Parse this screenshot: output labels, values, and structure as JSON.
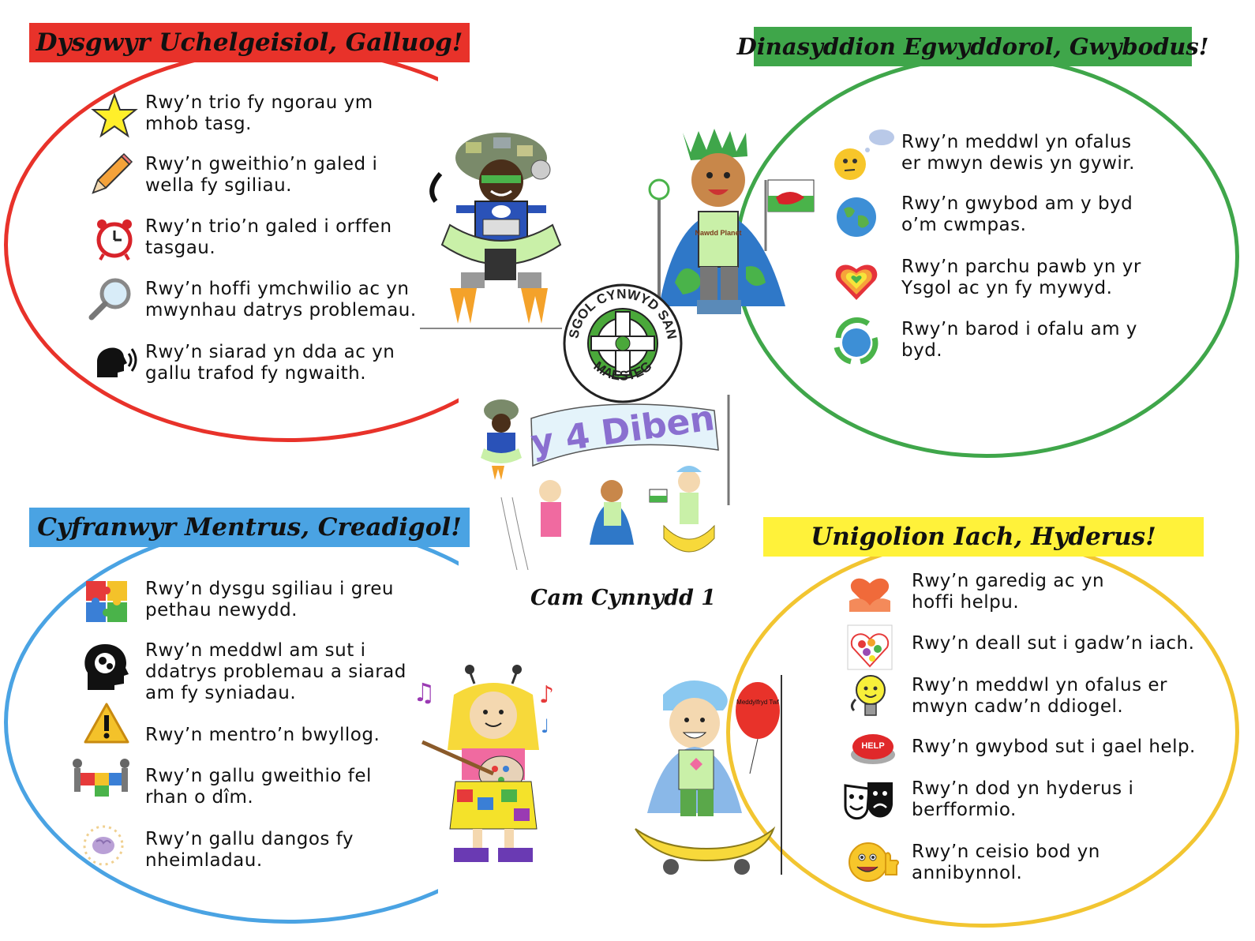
{
  "quadrants": {
    "top_left": {
      "title": "Dysgwyr Uchelgeisiol, Galluog!",
      "color": "#e8322a",
      "items": [
        {
          "icon": "star-icon",
          "text": "Rwy’n trio fy ngorau ym\nmhob tasg."
        },
        {
          "icon": "pencil-icon",
          "text": "Rwy’n gweithio’n galed i\nwella fy sgiliau."
        },
        {
          "icon": "alarm-clock-icon",
          "text": "Rwy’n trio’n galed i orffen\ntasgau."
        },
        {
          "icon": "magnifying-glass-icon",
          "text": "Rwy’n hoffi ymchwilio ac yn\nmwynhau datrys problemau."
        },
        {
          "icon": "speaking-head-icon",
          "text": "Rwy’n siarad yn dda ac yn\ngallu trafod fy ngwaith."
        }
      ]
    },
    "top_right": {
      "title": "Dinasyddion Egwyddorol, Gwybodus!",
      "color": "#3fa64a",
      "items": [
        {
          "icon": "thinking-face-icon",
          "text": "Rwy’n meddwl yn ofalus\ner mwyn dewis yn gywir."
        },
        {
          "icon": "globe-icon",
          "text": "Rwy’n gwybod am y byd\no’m cwmpas."
        },
        {
          "icon": "rainbow-heart-icon",
          "text": "Rwy’n parchu pawb yn yr\nYsgol ac yn fy mywyd."
        },
        {
          "icon": "recycle-globe-icon",
          "text": "Rwy’n barod i ofalu am y\nbyd."
        }
      ]
    },
    "bottom_left": {
      "title": "Cyfranwyr Mentrus, Creadigol!",
      "color": "#4aa3e3",
      "items": [
        {
          "icon": "puzzle-icon",
          "text": "Rwy’n dysgu sgiliau i greu\npethau newydd."
        },
        {
          "icon": "head-gears-icon",
          "text": "Rwy’n meddwl am sut i\nddatrys problemau a siarad\nam fy syniadau."
        },
        {
          "icon": "warning-icon",
          "text": "Rwy’n mentro’n bwyllog."
        },
        {
          "icon": "teamwork-puzzle-icon",
          "text": "Rwy’n gallu gweithio fel\nrhan o dîm."
        },
        {
          "icon": "brain-icon",
          "text": "Rwy’n gallu dangos fy\nnheimladau."
        }
      ]
    },
    "bottom_right": {
      "title": "Unigolion Iach, Hyderus!",
      "color": "#f2c531",
      "banner_color": "#fff23a",
      "items": [
        {
          "icon": "heart-hands-icon",
          "text": "Rwy’n garedig ac yn\nhoffi helpu."
        },
        {
          "icon": "fruit-heart-icon",
          "text": "Rwy’n deall sut i gadw’n iach."
        },
        {
          "icon": "lightbulb-icon",
          "text": "Rwy’n meddwl yn ofalus er\nmwyn cadw’n ddiogel."
        },
        {
          "icon": "help-button-icon",
          "text": "Rwy’n gwybod sut i gael help."
        },
        {
          "icon": "theatre-masks-icon",
          "text": "Rwy’n dod yn hyderus i\nberfformio."
        },
        {
          "icon": "thumbs-up-emoji-icon",
          "text": "Rwy’n ceisio bod yn\nannibynnol."
        }
      ]
    }
  },
  "center": {
    "logo_text_top": "YSGOL CYNWYD SANT",
    "logo_text_bottom": "MAESTEG",
    "flag_text": "y 4 Diben",
    "stage_label": "Cam Cynnydd 1",
    "balloon_text": "Meddylfryd Twf",
    "shirt_text": "Nawdd Planet"
  }
}
